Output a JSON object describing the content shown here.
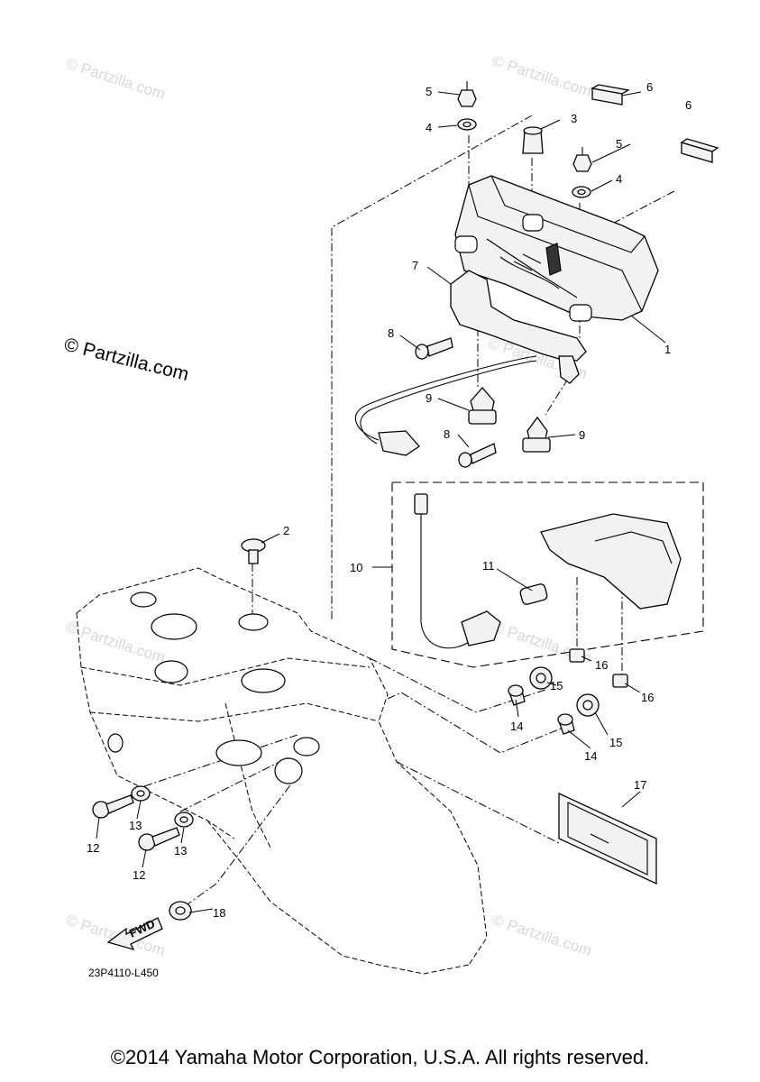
{
  "watermark": "© Partzilla.com",
  "watermark_main": "© Partzilla.com",
  "diagram_code": "23P4110-L450",
  "fwd_label": "FWD",
  "copyright": "©2014 Yamaha Motor Corporation, U.S.A. All rights reserved.",
  "callouts": {
    "c1": "1",
    "c2": "2",
    "c3": "3",
    "c4a": "4",
    "c4b": "4",
    "c5a": "5",
    "c5b": "5",
    "c6a": "6",
    "c6b": "6",
    "c7": "7",
    "c8a": "8",
    "c8b": "8",
    "c9a": "9",
    "c9b": "9",
    "c10": "10",
    "c11": "11",
    "c12a": "12",
    "c12b": "12",
    "c13a": "13",
    "c13b": "13",
    "c14a": "14",
    "c14b": "14",
    "c15a": "15",
    "c15b": "15",
    "c16a": "16",
    "c16b": "16",
    "c17": "17",
    "c18": "18"
  }
}
